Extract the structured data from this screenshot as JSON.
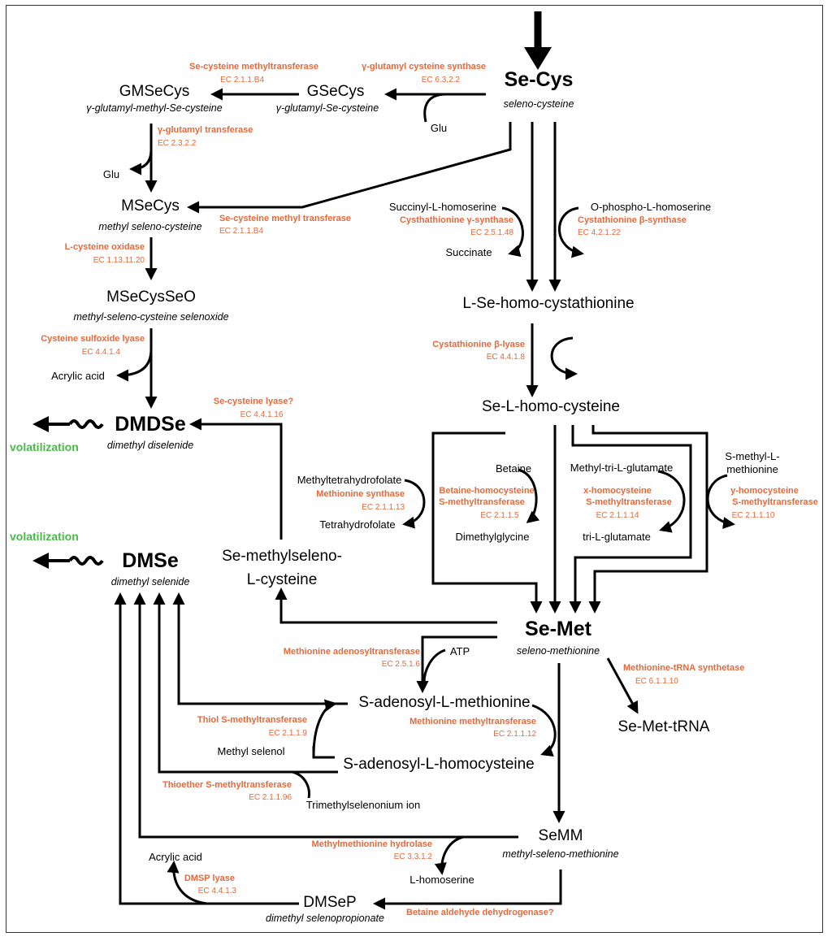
{
  "nodes": {
    "secys": {
      "name": "Se-Cys",
      "sub": "seleno-cysteine"
    },
    "gmsecys": {
      "name": "GMSeCys",
      "sub": "γ-glutamyl-methyl-Se-cysteine"
    },
    "gsecys": {
      "name": "GSeCys",
      "sub": "γ-glutamyl-Se-cysteine"
    },
    "msecys": {
      "name": "MSeCys",
      "sub": "methyl seleno-cysteine"
    },
    "msecysseo": {
      "name": "MSeCysSeO",
      "sub": "methyl-seleno-cysteine selenoxide"
    },
    "dmdse": {
      "name": "DMDSe",
      "sub": "dimethyl diselenide"
    },
    "dmse": {
      "name": "DMSe",
      "sub": "dimethyl selenide"
    },
    "lsehcys": {
      "name": "L-Se-homo-cystathionine"
    },
    "selhc": {
      "name": "Se-L-homo-cysteine"
    },
    "semsc": {
      "name1": "Se-methylseleno-",
      "name2": "L-cysteine"
    },
    "semet": {
      "name": "Se-Met",
      "sub": "seleno-methionine"
    },
    "sam": {
      "name": "S-adenosyl-L-methionine"
    },
    "sah": {
      "name": "S-adenosyl-L-homocysteine"
    },
    "semettrna": {
      "name": "Se-Met-tRNA"
    },
    "semm": {
      "name": "SeMM",
      "sub": "methyl-seleno-methionine"
    },
    "dmsep": {
      "name": "DMSeP",
      "sub": "dimethyl selenopropionate"
    }
  },
  "compounds": {
    "glu1": "Glu",
    "glu2": "Glu",
    "succinyl": "Succinyl-L-homoserine",
    "succinate": "Succinate",
    "ophospho": "O-phospho-L-homoserine",
    "acrylic1": "Acrylic acid",
    "acrylic2": "Acrylic acid",
    "methyltetra": "Methyltetrahydrofolate",
    "tetra": "Tetrahydrofolate",
    "betaine": "Betaine",
    "dimethylglycine": "Dimethylglycine",
    "methyltriglu": "Methyl-tri-L-glutamate",
    "triglu": "tri-L-glutamate",
    "smm1": "S-methyl-L-",
    "smm2": "methionine",
    "atp": "ATP",
    "methylselenol": "Methyl selenol",
    "trimethyl": "Trimethylselenonium ion",
    "lhomoserine": "L-homoserine"
  },
  "enzymes": {
    "secysmt1": {
      "name": "Se-cysteine methyltransferase",
      "ec": "EC 2.1.1.B4"
    },
    "gcs": {
      "name": "γ-glutamyl cysteine synthase",
      "ec": "EC 6.3.2.2"
    },
    "ggt": {
      "name": "γ-glutamyl transferase",
      "ec": "EC 2.3.2.2"
    },
    "secysmt2": {
      "name": "Se-cysteine methyl transferase",
      "ec": "EC 2.1.1.B4"
    },
    "lco": {
      "name": "L-cysteine oxidase",
      "ec": "EC 1.13.11.20"
    },
    "csl": {
      "name": "Cysteine sulfoxide lyase",
      "ec": "EC 4.4.1.4"
    },
    "cgs": {
      "name": "Cysthathionine γ-synthase",
      "ec": "EC 2.5.1.48"
    },
    "cbs": {
      "name": "Cystathionine β-synthase",
      "ec": "EC 4.2.1.22"
    },
    "cbl": {
      "name": "Cystathionine β-lyase",
      "ec": "EC 4.4.1.8"
    },
    "secysl": {
      "name": "Se-cysteine lyase?",
      "ec": "EC 4.4.1.16"
    },
    "ms": {
      "name": "Methionine synthase",
      "ec": "EC 2.1.1.13"
    },
    "bhmt1": "Betaine-homocysteine",
    "bhmt2": "S-methyltransferase",
    "bhmt_ec": "EC 2.1.1.5",
    "xhmt1": "x-homocysteine",
    "xhmt2": "S-methyltransferase",
    "xhmt_ec": "EC 2.1.1.14",
    "yhmt1": "y-homocysteine",
    "yhmt2": "S-methyltransferase",
    "yhmt_ec": "EC 2.1.1.10",
    "mat": {
      "name": "Methionine adenosyltransferase",
      "ec": "EC 2.5.1.6"
    },
    "mtrs": {
      "name": "Methionine-tRNA synthetase",
      "ec": "EC 6.1.1.10"
    },
    "tsmt": {
      "name": "Thiol S-methyltransferase",
      "ec": "EC 2.1.1.9"
    },
    "mmt": {
      "name": "Methionine methyltransferase",
      "ec": "EC 2.1.1.12"
    },
    "tesmt": {
      "name": "Thioether S-methyltransferase",
      "ec": "EC 2.1.1.96"
    },
    "mmh": {
      "name": "Methylmethionine hydrolase",
      "ec": "EC 3.3.1.2"
    },
    "dmspl": {
      "name": "DMSP lyase",
      "ec": "EC 4.4.1.3"
    },
    "badh": "Betaine aldehyde dehydrogenase?"
  },
  "volatilization": {
    "label1": "volatilization",
    "label2": "volatilization"
  },
  "colors": {
    "enzyme": "#e8683a",
    "volatilization": "#4ab84a",
    "line": "#000000"
  }
}
